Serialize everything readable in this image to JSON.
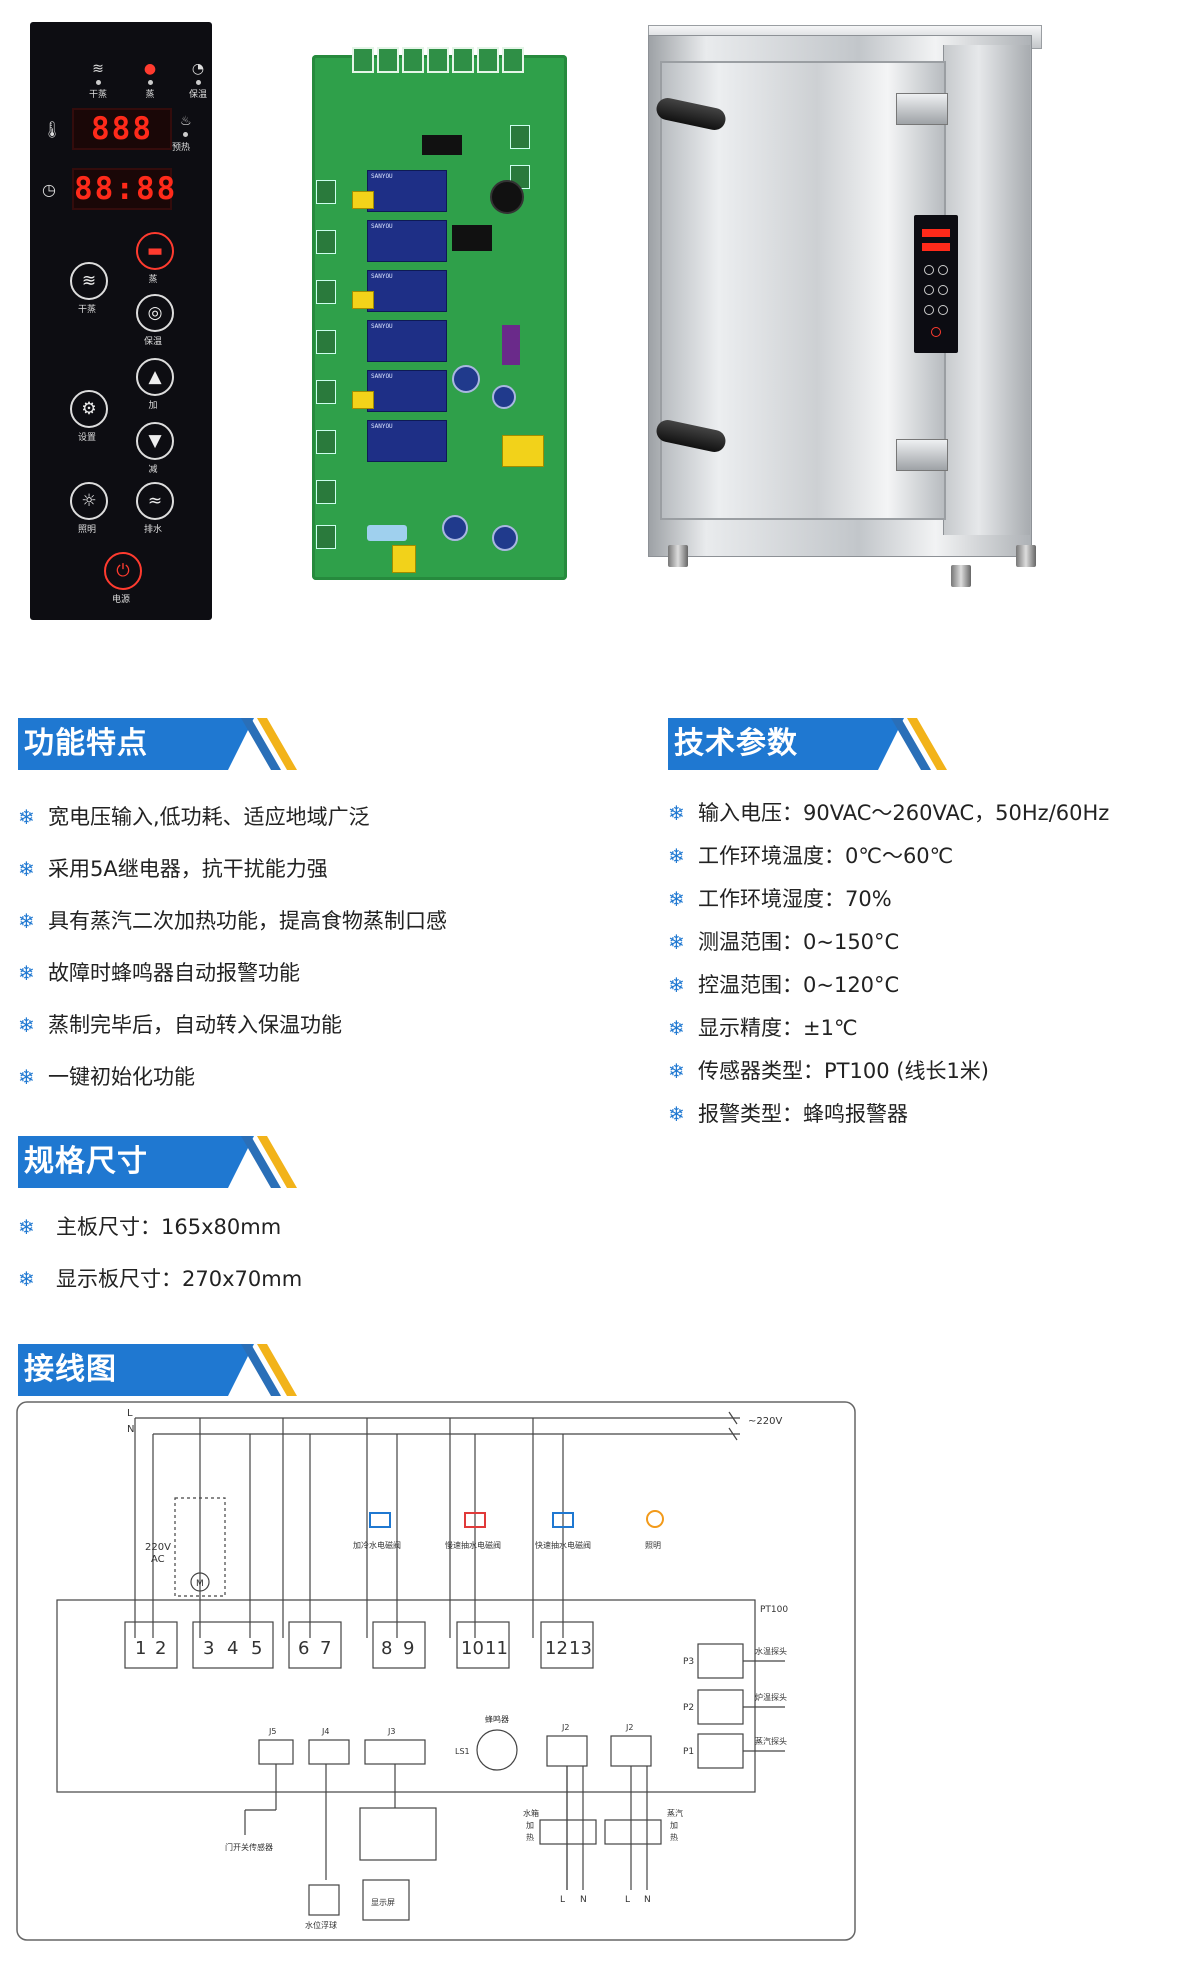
{
  "panel": {
    "top_labels": [
      "干蒸",
      "蒸",
      "保温"
    ],
    "preheat_label": "预热",
    "temp_display": "888",
    "time_display": "88:88",
    "buttons": {
      "dry_steam": "干蒸",
      "steam": "蒸",
      "keep_warm": "保温",
      "plus": "加",
      "settings": "设置",
      "minus": "减",
      "light": "照明",
      "drain": "排水",
      "power": "电源"
    }
  },
  "pcb": {
    "relay_text": "SANYOU"
  },
  "features": {
    "title": "功能特点",
    "items": [
      "宽电压输入,低功耗、适应地域广泛",
      "采用5A继电器，抗干扰能力强",
      "具有蒸汽二次加热功能，提高食物蒸制口感",
      "故障时蜂鸣器自动报警功能",
      "蒸制完毕后，自动转入保温功能",
      "一键初始化功能"
    ]
  },
  "specs": {
    "title": "技术参数",
    "items": [
      "输入电压：90VAC～260VAC，50Hz/60Hz",
      "工作环境温度：0℃～60℃",
      "工作环境湿度：70%",
      "测温范围：0~150°C",
      "控温范围：0~120°C",
      "显示精度：±1℃",
      "传感器类型：PT100 (线长1米)",
      "报警类型：蜂鸣报警器"
    ]
  },
  "dimensions": {
    "title": "规格尺寸",
    "items": [
      "主板尺寸：165x80mm",
      "显示板尺寸：270x70mm"
    ]
  },
  "wiring": {
    "title": "接线图",
    "line_L": "L",
    "line_N": "N",
    "supply": "~220V",
    "ac_label_1": "220V",
    "ac_label_2": "AC",
    "motor": "M",
    "terminals": [
      "1",
      "2",
      "3",
      "4",
      "5",
      "6",
      "7",
      "8",
      "9",
      "10",
      "11",
      "12",
      "13"
    ],
    "valves": [
      "加冷水电磁阀",
      "慢速抽水电磁阀",
      "快速抽水电磁阀",
      "照明"
    ],
    "pt100": "PT100",
    "probes": [
      {
        "port": "P3",
        "label": "水温探头"
      },
      {
        "port": "P2",
        "label": "炉温探头"
      },
      {
        "port": "P1",
        "label": "蒸汽探头"
      }
    ],
    "connectors": [
      "J5",
      "J4",
      "J3",
      "J2",
      "J2"
    ],
    "buzzer": "蜂鸣器",
    "ls1": "LS1",
    "door_sensor": "门开关传感器",
    "float": "水位浮球",
    "display": "显示屏",
    "heat1_1": "水箱",
    "heat1_2": "加",
    "heat1_3": "热",
    "heat2_1": "蒸汽",
    "heat2_2": "加",
    "heat2_3": "热",
    "n_label": "N",
    "l_label": "L"
  }
}
